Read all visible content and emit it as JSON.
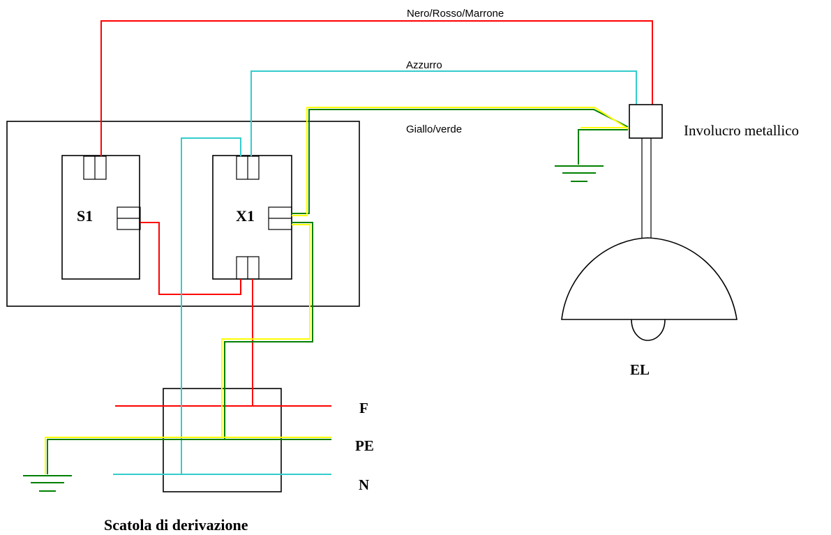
{
  "labels": {
    "wire_phase": "Nero/Rosso/Marrone",
    "wire_neutral": "Azzurro",
    "wire_earth": "Giallo/verde",
    "metal_housing": "Involucro metallico",
    "switch": "S1",
    "socket": "X1",
    "lamp": "EL",
    "line_phase": "F",
    "line_earth": "PE",
    "line_neutral": "N",
    "junction_box": "Scatola di derivazione"
  },
  "colors": {
    "phase": "#ff0000",
    "neutral": "#33cccc",
    "earth_green": "#008000",
    "earth_yellow": "#ffff00",
    "outline": "#000000"
  }
}
